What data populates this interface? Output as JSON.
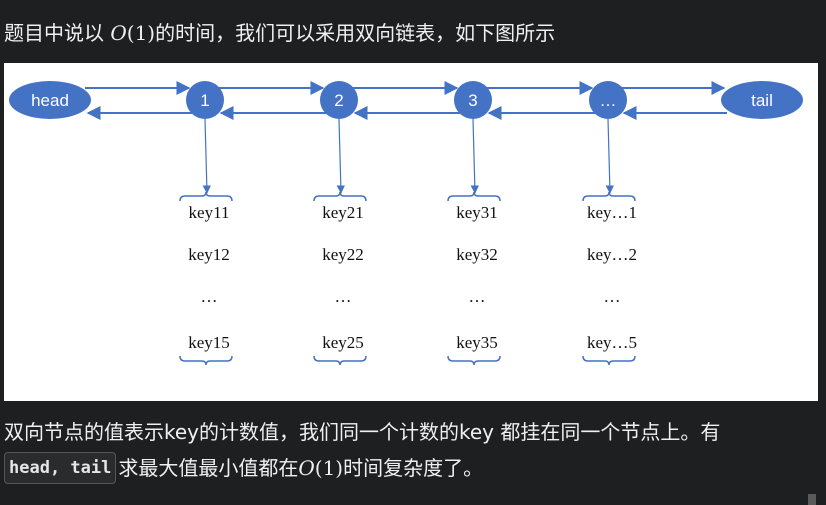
{
  "heading": {
    "prefix": "题目中说以 ",
    "math_o": "O",
    "math_arg": "(1)",
    "suffix": "的时间，我们可以采用双向链表，如下图所示"
  },
  "diagram": {
    "head_label": "head",
    "tail_label": "tail",
    "nodes": [
      {
        "label": "1",
        "keys": [
          "key11",
          "key12",
          "…",
          "key15"
        ]
      },
      {
        "label": "2",
        "keys": [
          "key21",
          "key22",
          "…",
          "key25"
        ]
      },
      {
        "label": "3",
        "keys": [
          "key31",
          "key32",
          "…",
          "key35"
        ]
      },
      {
        "label": "…",
        "keys": [
          "key…1",
          "key…2",
          "…",
          "key…5"
        ]
      }
    ],
    "node_color": "#4472c4",
    "edge_color": "#4472c4"
  },
  "paragraph": {
    "line1": "双向节点的值表示key的计数值，我们同一个计数的key 都挂在同一个节点上。有",
    "code": "head, tail",
    "line2_prefix": "求最大值最小值都在 ",
    "math_o": "O",
    "math_arg": "(1)",
    "line2_suffix": "时间复杂度了。"
  }
}
